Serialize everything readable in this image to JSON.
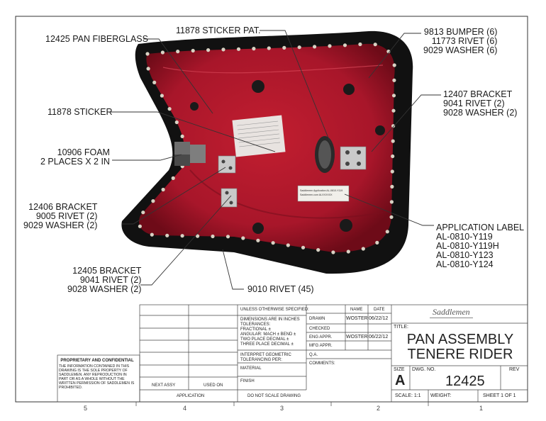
{
  "callouts": {
    "pan_fiberglass": "12425 PAN FIBERGLASS",
    "sticker_pat": "11878 STICKER PAT.",
    "bumper_group": [
      "9813 BUMPER (6)",
      "11773 RIVET (6)",
      "9029 WASHER (6)"
    ],
    "sticker": "11878 STICKER",
    "bracket_12407": [
      "12407 BRACKET",
      "9041 RIVET (2)",
      "9028 WASHER (2)"
    ],
    "foam": [
      "10906 FOAM",
      "2 PLACES X 2 IN"
    ],
    "bracket_12406": [
      "12406 BRACKET",
      "9005 RIVET (2)",
      "9029 WASHER (2)"
    ],
    "application_label": [
      "APPLICATION LABEL",
      "AL-0810-Y119",
      "AL-0810-Y119H",
      "AL-0810-Y123",
      "AL-0810-Y124"
    ],
    "bracket_12405": [
      "12405 BRACKET",
      "9041 RIVET (2)",
      "9028 WASHER (2)"
    ],
    "rivet_9010": "9010 RIVET (45)"
  },
  "title_block": {
    "unless_specified": "UNLESS OTHERWISE SPECIFIED:",
    "name_header": "NAME",
    "date_header": "DATE",
    "dimensions": "DIMENSIONS ARE IN INCHES",
    "tolerances": "TOLERANCES:",
    "fractional": "FRACTIONAL ±",
    "angular": "ANGULAR: MACH ±    BEND ±",
    "two_place": "TWO PLACE DECIMAL    ±",
    "three_place": "THREE PLACE DECIMAL    ±",
    "interpret": "INTERPRET GEOMETRIC",
    "tolerancing": "TOLERANCING PER:",
    "material": "MATERIAL",
    "finish": "FINISH",
    "do_not_scale": "DO NOT SCALE DRAWING",
    "drawn": "DRAWN",
    "drawn_name": "WOSTER",
    "drawn_date": "06/22/12",
    "checked": "CHECKED",
    "eng_appr": "ENG APPR.",
    "eng_name": "WOSTER",
    "eng_date": "06/22/12",
    "mfg_appr": "MFG APPR.",
    "qa": "Q.A.",
    "comments": "COMMENTS:",
    "next_assy": "NEXT ASSY",
    "used_on": "USED ON",
    "application": "APPLICATION",
    "title_label": "TITLE:",
    "title_line1": "PAN ASSEMBLY",
    "title_line2": "TENERE RIDER",
    "size_label": "SIZE",
    "size_value": "A",
    "dwg_no_label": "DWG.  NO.",
    "dwg_no": "12425",
    "rev_label": "REV",
    "scale": "SCALE: 1:1",
    "weight": "WEIGHT:",
    "sheet": "SHEET 1 OF 1",
    "logo": "Saddlemen",
    "proprietary_title": "PROPRIETARY AND CONFIDENTIAL",
    "proprietary_text": "THE INFORMATION CONTAINED IN THIS DRAWING IS THE SOLE PROPERTY OF SADDLEMEN.  ANY REPRODUCTION IN PART OR AS A WHOLE WITHOUT THE WRITTEN PERMISSION OF SADDLEMEN IS PROHIBITED."
  },
  "zones": [
    "5",
    "4",
    "3",
    "2",
    "1"
  ],
  "sticker_small_text": [
    "Saddlemen  Application  AL-0810-Y119",
    "Saddlemen.com  ALXXXXXX"
  ],
  "colors": {
    "pan_red": "#b0182a",
    "pan_dark_red": "#6e0b18",
    "seat_black": "#111111",
    "line": "#333333"
  }
}
